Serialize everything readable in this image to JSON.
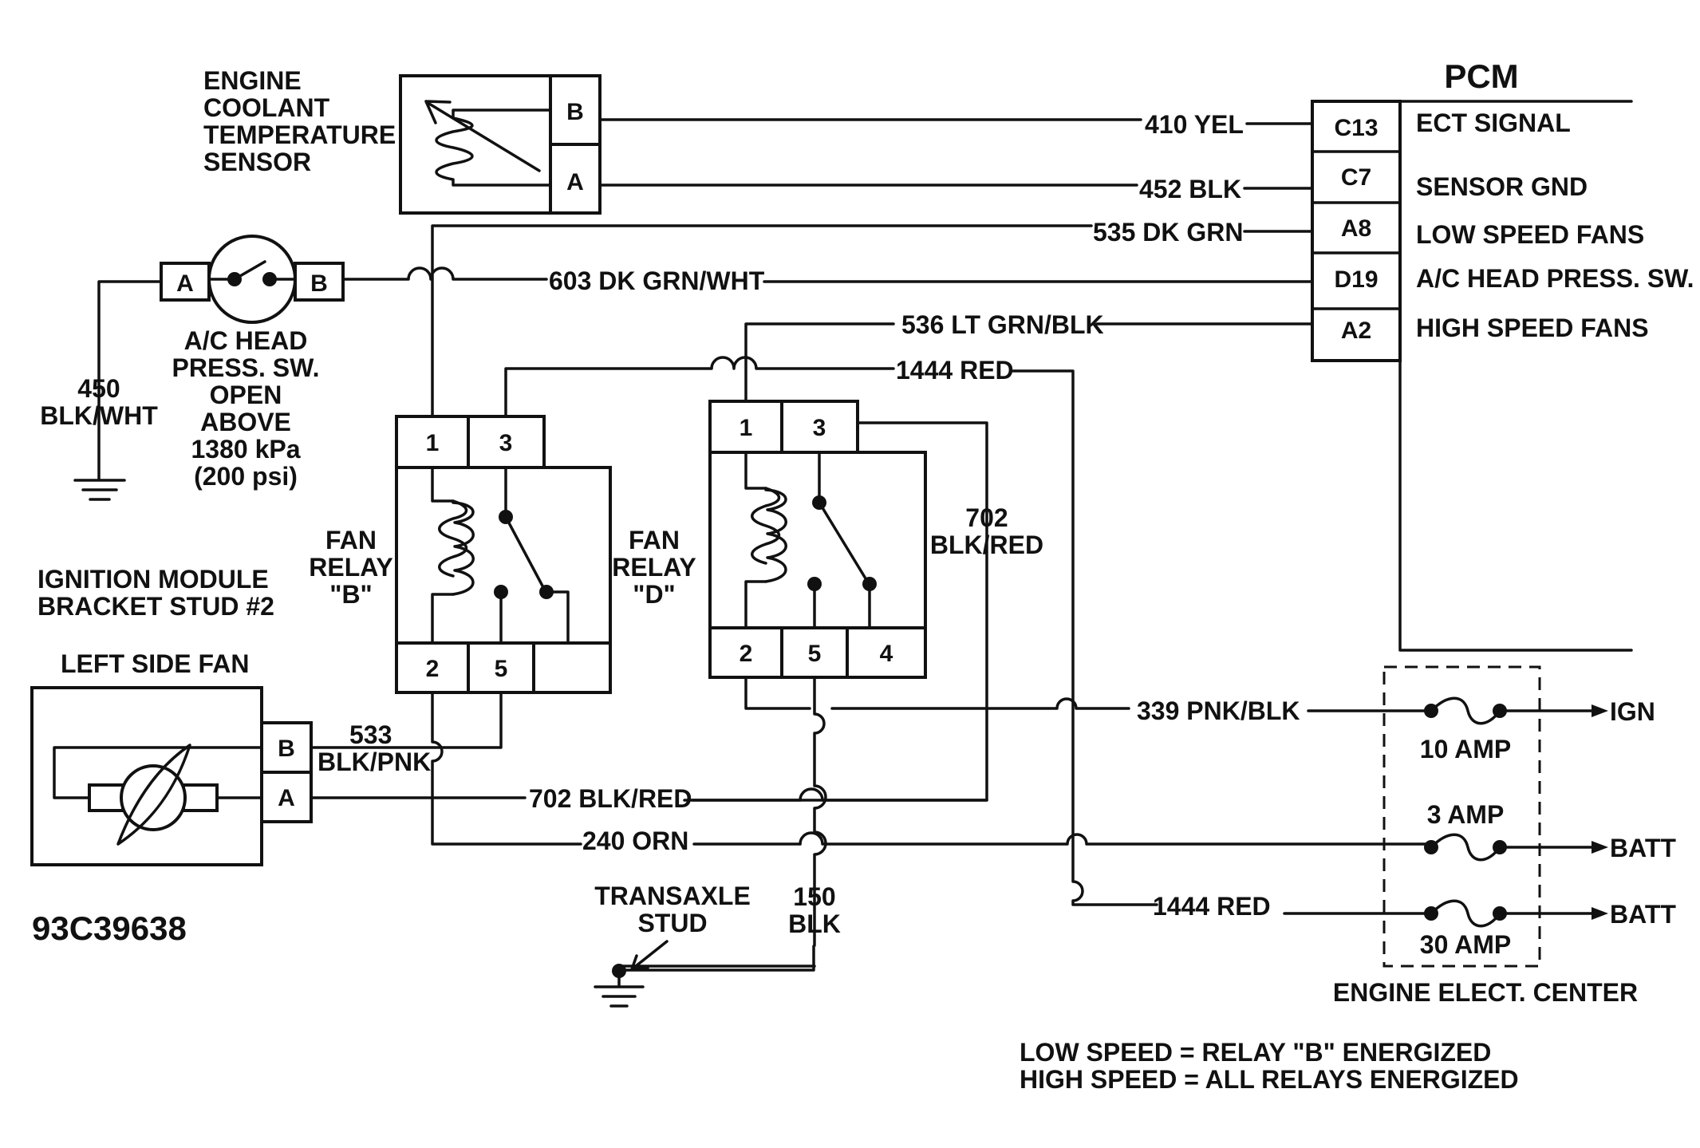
{
  "diagram": {
    "figure_id": "93C39638",
    "pcm": {
      "title": "PCM",
      "pins": [
        "C13",
        "C7",
        "A8",
        "D19",
        "A2"
      ],
      "functions": [
        "ECT SIGNAL",
        "SENSOR GND",
        "LOW SPEED FANS",
        "A/C HEAD PRESS. SW.",
        "HIGH SPEED FANS"
      ]
    },
    "ect_sensor": {
      "label": [
        "ENGINE",
        "COOLANT",
        "TEMPERATURE",
        "SENSOR"
      ],
      "pin_b": "B",
      "pin_a": "A"
    },
    "ac_switch": {
      "pin_a": "A",
      "pin_b": "B",
      "label": [
        "A/C HEAD",
        "PRESS. SW.",
        "OPEN",
        "ABOVE",
        "1380 kPa",
        "(200 psi)"
      ]
    },
    "ground_450": [
      "450",
      "BLK/WHT"
    ],
    "relay_b": {
      "label": [
        "FAN",
        "RELAY",
        "\"B\""
      ],
      "pins": [
        "1",
        "3",
        "2",
        "5"
      ]
    },
    "relay_d": {
      "label": [
        "FAN",
        "RELAY",
        "\"D\""
      ],
      "pins": [
        "1",
        "3",
        "2",
        "5",
        "4"
      ]
    },
    "ignition_label": [
      "IGNITION MODULE",
      "BRACKET STUD  #2"
    ],
    "left_fan": {
      "title": "LEFT SIDE FAN",
      "pin_b": "B",
      "pin_a": "A"
    },
    "wires": {
      "w410": "410 YEL",
      "w452": "452 BLK",
      "w535": "535 DK GRN",
      "w603": "603 DK GRN/WHT",
      "w536": "536 LT GRN/BLK",
      "w1444a": "1444 RED",
      "w702_top": "702",
      "w702_bot": "BLK/RED",
      "w533_top": "533",
      "w533_bot": "BLK/PNK",
      "w339": "339 PNK/BLK",
      "w702": "702 BLK/RED",
      "w240": "240 ORN",
      "w1444b": "1444 RED",
      "w150_top": "150",
      "w150_bot": "BLK"
    },
    "transaxle": [
      "TRANSAXLE",
      "STUD"
    ],
    "fuse_box": {
      "title": "ENGINE ELECT. CENTER",
      "fuses": [
        "10 AMP",
        "3 AMP",
        "30 AMP"
      ],
      "outputs": [
        "IGN",
        "BATT",
        "BATT"
      ]
    },
    "notes": [
      "LOW SPEED = RELAY \"B\" ENERGIZED",
      "HIGH SPEED = ALL RELAYS ENERGIZED"
    ]
  }
}
